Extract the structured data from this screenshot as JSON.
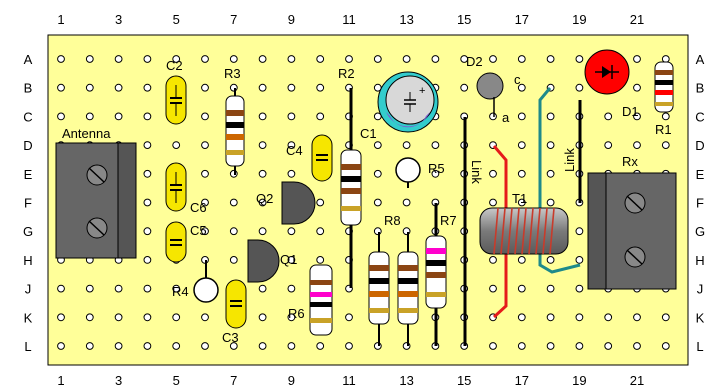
{
  "colors": {
    "board": "#ffff99",
    "hole": "#ffffff",
    "wire_red": "#e51b1b",
    "wire_teal": "#1e8a8a",
    "led_red": "#ff0000",
    "cap_yellow": "#f6e600",
    "elec_cap_rim": "#33cccc",
    "elec_cap_body": "#7a5fd0",
    "terminal": "#666666",
    "transistor": "#555555",
    "coil": "#8a8a8a"
  },
  "board": {
    "column_labels_top": [
      "1",
      "3",
      "5",
      "7",
      "9",
      "11",
      "13",
      "15",
      "17",
      "19",
      "21"
    ],
    "column_labels_bottom": [
      "1",
      "3",
      "5",
      "7",
      "9",
      "11",
      "13",
      "15",
      "17",
      "19",
      "21"
    ],
    "row_labels_left": [
      "A",
      "B",
      "C",
      "D",
      "E",
      "F",
      "G",
      "H",
      "J",
      "K",
      "L"
    ],
    "row_labels_right": [
      "A",
      "B",
      "C",
      "D",
      "E",
      "F",
      "G",
      "H",
      "J",
      "K",
      "L"
    ],
    "columns": 22,
    "rows": 11
  },
  "components": {
    "antenna": "Antenna",
    "rx": "Rx",
    "c1": "C1",
    "c2": "C2",
    "c3": "C3",
    "c4": "C4",
    "c5": "C5",
    "c6": "C6",
    "r1": "R1",
    "r2": "R2",
    "r3": "R3",
    "r4": "R4",
    "r5": "R5",
    "r6": "R6",
    "r7": "R7",
    "r8": "R8",
    "q1": "Q1",
    "q2": "Q2",
    "d1": "D1",
    "d2": "D2",
    "d2_pin_c": "c",
    "d2_pin_a": "a",
    "t1": "T1",
    "link_left": "Link",
    "link_right": "Link"
  }
}
